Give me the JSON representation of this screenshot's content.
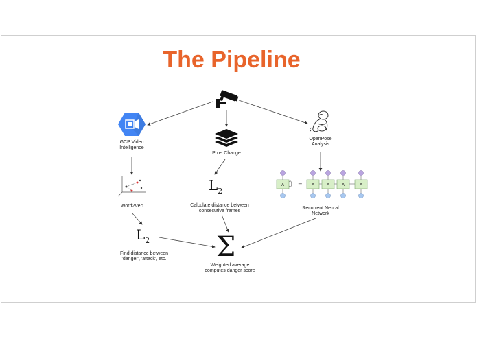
{
  "title": "The Pipeline",
  "nodes": {
    "camera": {
      "icon": "security-camera-icon"
    },
    "gcp": {
      "icon": "gcp-video-intelligence-icon",
      "label_lines": [
        "GCP Video",
        "Intelligence"
      ]
    },
    "pixel": {
      "icon": "layers-stack-icon",
      "label": "Pixel Change"
    },
    "openpose": {
      "icon": "openpose-figure-icon",
      "label_lines": [
        "OpenPose",
        "Analysis"
      ]
    },
    "word2vec": {
      "icon": "word2vec-scatter-icon",
      "label": "Word2Vec"
    },
    "l2_mid": {
      "symbol": "L",
      "sub": "2",
      "label_lines": [
        "Calculate distance between",
        "consecutive frames"
      ]
    },
    "rnn": {
      "icon": "rnn-diagram-icon",
      "label_lines": [
        "Recurrent Neural",
        "Network"
      ]
    },
    "l2_left": {
      "symbol": "L",
      "sub": "2",
      "label_lines": [
        "Find distance between",
        "'danger', 'attack', etc."
      ]
    },
    "sigma": {
      "symbol": "Σ",
      "label_lines": [
        "Weighted average",
        "computes danger score"
      ]
    }
  },
  "colors": {
    "title": "#e8642b",
    "gcp_blue": "#4285f4",
    "rnn_green": "#d8efc8",
    "rnn_purple": "#b9a4e0",
    "rnn_blue": "#a8c8f0"
  }
}
